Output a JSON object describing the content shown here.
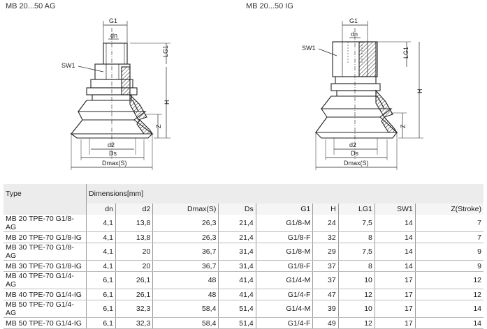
{
  "captions": {
    "left": "MB 20...50 AG",
    "right": "MB 20...50 IG"
  },
  "drawing_labels": {
    "left": {
      "g1": "G1",
      "dn": "dn",
      "lg1": "LG1",
      "sw1": "SW1",
      "h": "H",
      "z": "Z",
      "d2": "d2",
      "ds": "Ds",
      "dmax": "Dmax(S)"
    },
    "right": {
      "g1": "G1",
      "dn": "dn",
      "lg1": "LG1",
      "sw1": "SW1",
      "h": "H",
      "z": "Z",
      "d2": "d2",
      "ds": "Ds",
      "dmax": "Dmax(S)"
    }
  },
  "table": {
    "type_header": "Type",
    "group_header": "Dimensions[mm]",
    "columns": [
      "dn",
      "d2",
      "Dmax(S)",
      "Ds",
      "G1",
      "H",
      "LG1",
      "SW1",
      "Z(Stroke)"
    ],
    "rows": [
      [
        "MB 20 TPE-70 G1/8-AG",
        "4,1",
        "13,8",
        "26,3",
        "21,4",
        "G1/8-M",
        "24",
        "7,5",
        "14",
        "7"
      ],
      [
        "MB 20 TPE-70 G1/8-IG",
        "4,1",
        "13,8",
        "26,3",
        "21,4",
        "G1/8-F",
        "32",
        "8",
        "14",
        "7"
      ],
      [
        "MB 30 TPE-70 G1/8-AG",
        "4,1",
        "20",
        "36,7",
        "31,4",
        "G1/8-M",
        "29",
        "7,5",
        "14",
        "9"
      ],
      [
        "MB 30 TPE-70 G1/8-IG",
        "4,1",
        "20",
        "36,7",
        "31,4",
        "G1/8-F",
        "37",
        "8",
        "14",
        "9"
      ],
      [
        "MB 40 TPE-70 G1/4-AG",
        "6,1",
        "26,1",
        "48",
        "41,4",
        "G1/4-M",
        "37",
        "10",
        "17",
        "12"
      ],
      [
        "MB 40 TPE-70 G1/4-IG",
        "6,1",
        "26,1",
        "48",
        "41,4",
        "G1/4-F",
        "47",
        "12",
        "17",
        "12"
      ],
      [
        "MB 50 TPE-70 G1/4-AG",
        "6,1",
        "32,3",
        "58,4",
        "51,4",
        "G1/4-M",
        "39",
        "10",
        "17",
        "14"
      ],
      [
        "MB 50 TPE-70 G1/4-IG",
        "6,1",
        "32,3",
        "58,4",
        "51,4",
        "G1/4-F",
        "49",
        "12",
        "17",
        "14"
      ]
    ]
  }
}
